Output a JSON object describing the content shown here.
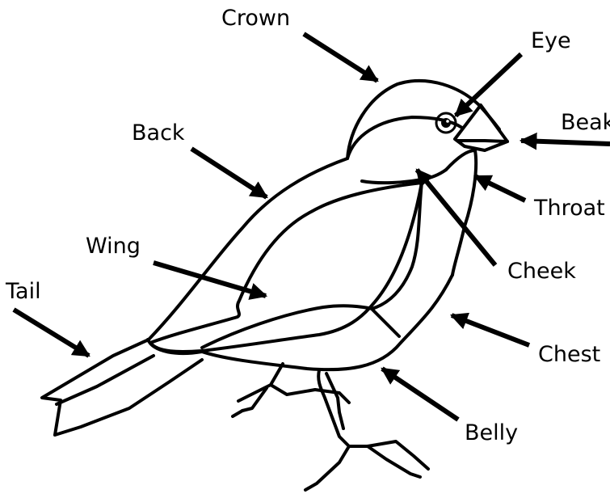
{
  "labels": {
    "crown": "Crown",
    "eye": "Eye",
    "beak": "Beak",
    "back": "Back",
    "throat": "Throat",
    "wing": "Wing",
    "cheek": "Cheek",
    "tail": "Tail",
    "chest": "Chest",
    "belly": "Belly"
  },
  "colors": {
    "line": "#000000",
    "background": "#ffffff"
  }
}
